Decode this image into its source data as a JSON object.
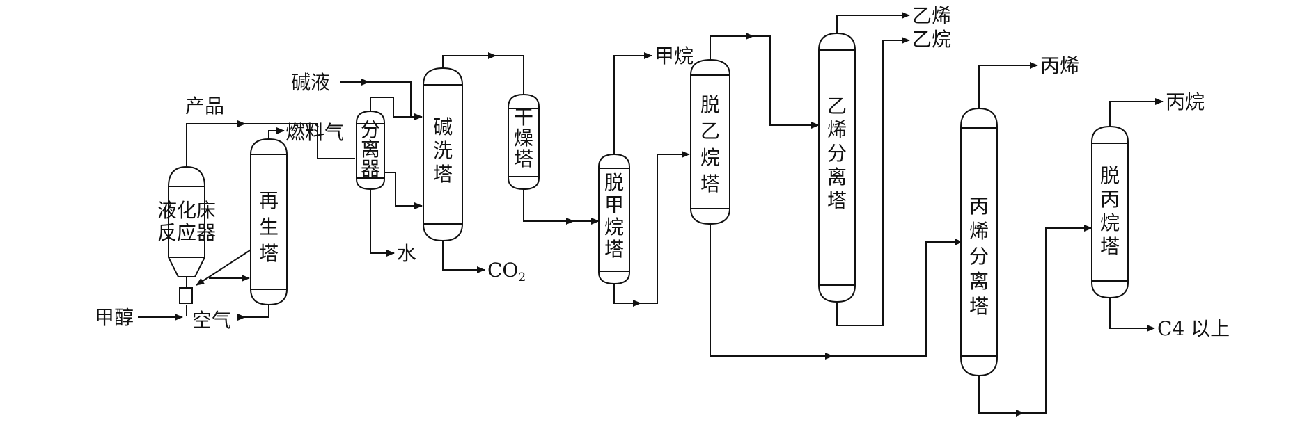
{
  "colors": {
    "line": "#111111",
    "background": "#ffffff"
  },
  "vessels": {
    "reactor": "液化床反应器",
    "regenerator": "再生塔",
    "separator": "分离器",
    "caustic_wash": "碱洗塔",
    "dryer": "干燥塔",
    "demethanizer": "脱甲烷塔",
    "deethanizer": "脱乙烷塔",
    "ethylene_splitter": "乙烯分离塔",
    "propylene_splitter": "丙烯分离塔",
    "depropanizer": "脱丙烷塔"
  },
  "streams": {
    "methanol": "甲醇",
    "air": "空气",
    "product": "产品",
    "fuel_gas": "燃料气",
    "caustic": "碱液",
    "water": "水",
    "co2_base": "CO",
    "co2_sub": "2",
    "methane": "甲烷",
    "ethylene": "乙烯",
    "ethane": "乙烷",
    "propylene": "丙烯",
    "propane": "丙烷",
    "c4_plus": "C4 以上"
  }
}
